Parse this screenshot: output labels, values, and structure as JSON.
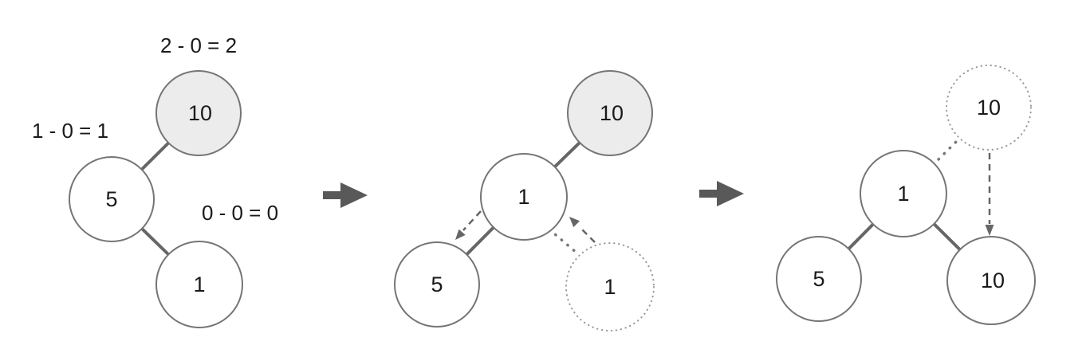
{
  "figure": {
    "description": "Binary search tree (AVL) rebalancing shown in three steps: balance factors, left rotation in progress, rebalanced tree",
    "colors": {
      "background": "#ffffff",
      "node_fill": "#ffffff",
      "node_fill_highlight": "#ececec",
      "node_stroke": "#757575",
      "ghost_node_stroke": "#999999",
      "edge": "#666666",
      "move_arrow": "#666666",
      "step_arrow": "#595959",
      "text": "#1a1a1a"
    },
    "steps": [
      {
        "name": "balance-factors",
        "annotations": [
          {
            "target": "node-10",
            "text": "2 - 0 = 2"
          },
          {
            "target": "node-5",
            "text": "1 - 0 = 1"
          },
          {
            "target": "node-1",
            "text": "0 - 0 = 0"
          }
        ],
        "nodes": [
          {
            "label": "10",
            "style": "highlighted"
          },
          {
            "label": "5",
            "style": "solid"
          },
          {
            "label": "1",
            "style": "solid"
          }
        ]
      },
      {
        "name": "rotation-in-progress",
        "nodes": [
          {
            "label": "10",
            "style": "highlighted"
          },
          {
            "label": "1",
            "style": "solid"
          },
          {
            "label": "5",
            "style": "solid"
          },
          {
            "label": "1",
            "style": "ghost"
          }
        ]
      },
      {
        "name": "rebalanced-tree",
        "nodes": [
          {
            "label": "10",
            "style": "ghost"
          },
          {
            "label": "1",
            "style": "solid"
          },
          {
            "label": "5",
            "style": "solid"
          },
          {
            "label": "10",
            "style": "solid"
          }
        ]
      }
    ]
  }
}
